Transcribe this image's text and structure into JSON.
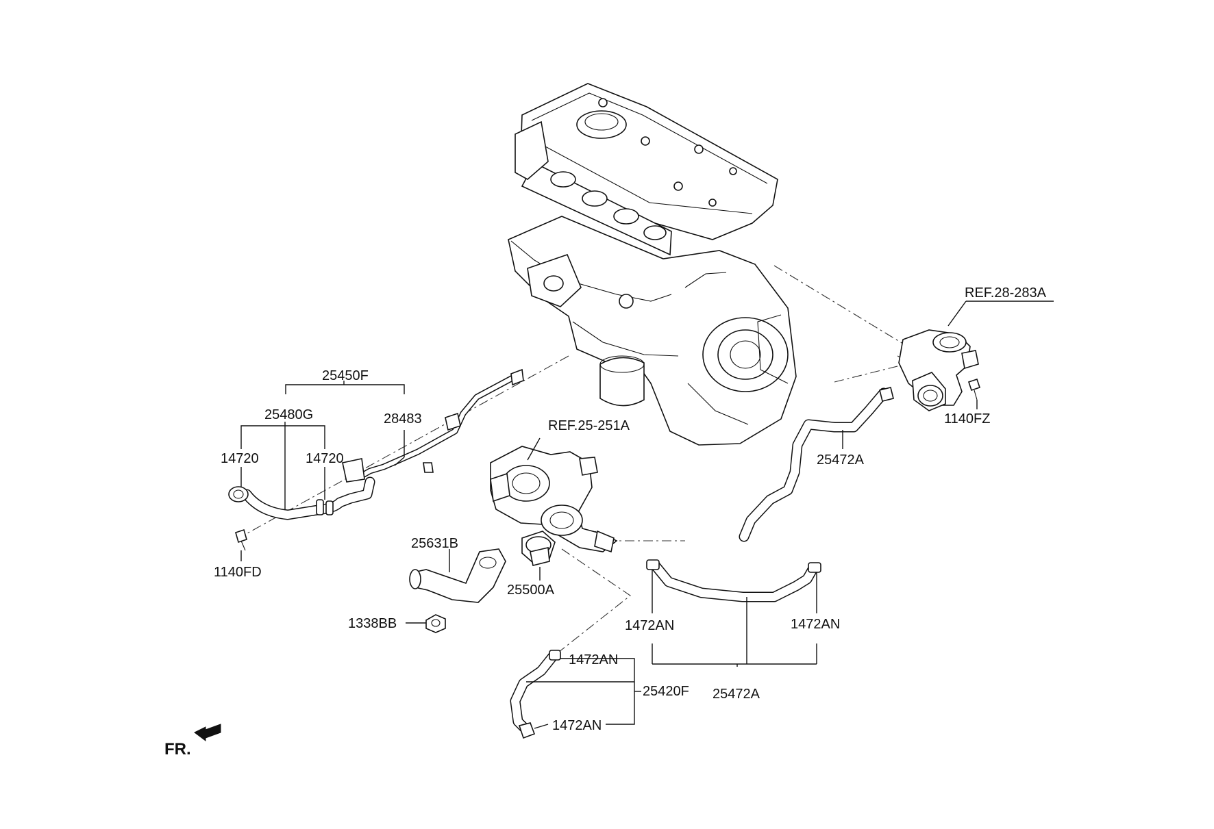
{
  "labels": {
    "p25450F": "25450F",
    "p25480G": "25480G",
    "p28483": "28483",
    "p14720a": "14720",
    "p14720b": "14720",
    "p1140FD": "1140FD",
    "ref25251A": "REF.25-251A",
    "p25631B": "25631B",
    "p25500A": "25500A",
    "p1338BB": "1338BB",
    "ref28283A": "REF.28-283A",
    "p1140FZ": "1140FZ",
    "p25472Aupper": "25472A",
    "p1472ANleft": "1472AN",
    "p1472ANright": "1472AN",
    "p25472Alower": "25472A",
    "p1472ANtop": "1472AN",
    "p1472ANbottom": "1472AN",
    "p25420F": "25420F",
    "front": "FR."
  }
}
